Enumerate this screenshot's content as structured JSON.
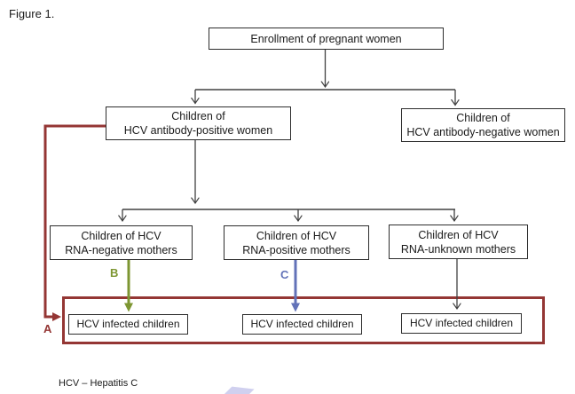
{
  "figure_label": "Figure 1.",
  "footnote": "HCV – Hepatitis C",
  "nodes": {
    "enrollment": "Enrollment of pregnant women",
    "ab_positive": "Children of\nHCV antibody-positive women",
    "ab_negative": "Children of\nHCV antibody-negative women",
    "rna_negative": "Children of HCV\nRNA-negative mothers",
    "rna_positive": "Children of HCV\nRNA-positive mothers",
    "rna_unknown": "Children of HCV\nRNA-unknown mothers",
    "infected_1": "HCV infected children",
    "infected_2": "HCV infected children",
    "infected_3": "HCV infected children"
  },
  "arrow_labels": {
    "a": "A",
    "b": "B",
    "c": "C"
  },
  "colors": {
    "dark_red": "#943634",
    "olive_green": "#7d9632",
    "periwinkle_blue": "#6272b8",
    "connector_gray": "#404040"
  }
}
